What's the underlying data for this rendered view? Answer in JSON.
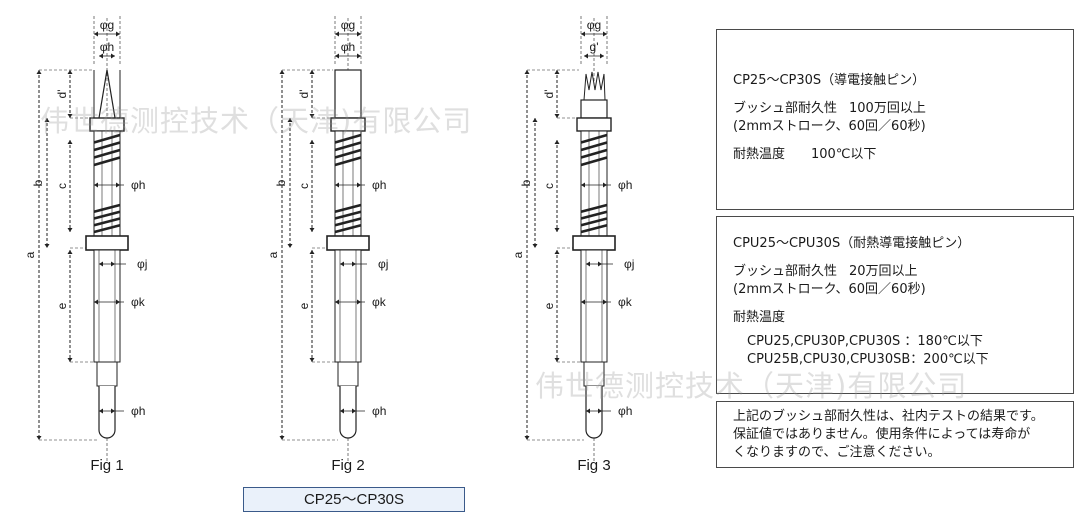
{
  "figures": [
    {
      "caption": "Fig 1",
      "tip": "cone"
    },
    {
      "caption": "Fig 2",
      "tip": "flat"
    },
    {
      "caption": "Fig 3",
      "tip": "crown"
    }
  ],
  "dims": {
    "phi_g": "φg",
    "phi_h": "φh",
    "g_prime": "g'",
    "d_prime": "d'",
    "a": "a",
    "b": "b",
    "c": "c",
    "e": "e",
    "phi_j": "φj",
    "phi_k": "φk"
  },
  "box1": {
    "title": "CP25〜CP30S（導電接触ピン）",
    "durability_label": "ブッシュ部耐久性",
    "durability_value": "100万回以上",
    "durability_cond": "(2mmストローク、60回／60秒)",
    "temp_label": "耐熱温度",
    "temp_value": "100℃以下"
  },
  "box2": {
    "title": "CPU25〜CPU30S（耐熱導電接触ピン）",
    "durability_label": "ブッシュ部耐久性",
    "durability_value": "20万回以上",
    "durability_cond": "(2mmストローク、60回／60秒)",
    "temp_label": "耐熱温度",
    "temp_line1": "CPU25,CPU30P,CPU30S ：180℃以下",
    "temp_line2": "CPU25B,CPU30,CPU30SB：200℃以下"
  },
  "box3": {
    "line1": "上記のブッシュ部耐久性は、社内テストの結果です。",
    "line2": "保証値ではありません。使用条件によっては寿命が",
    "line3": "くなりますので、ご注意ください。"
  },
  "caption": "CP25〜CP30S",
  "watermark": "伟世德测控技术（天津)有限公司"
}
